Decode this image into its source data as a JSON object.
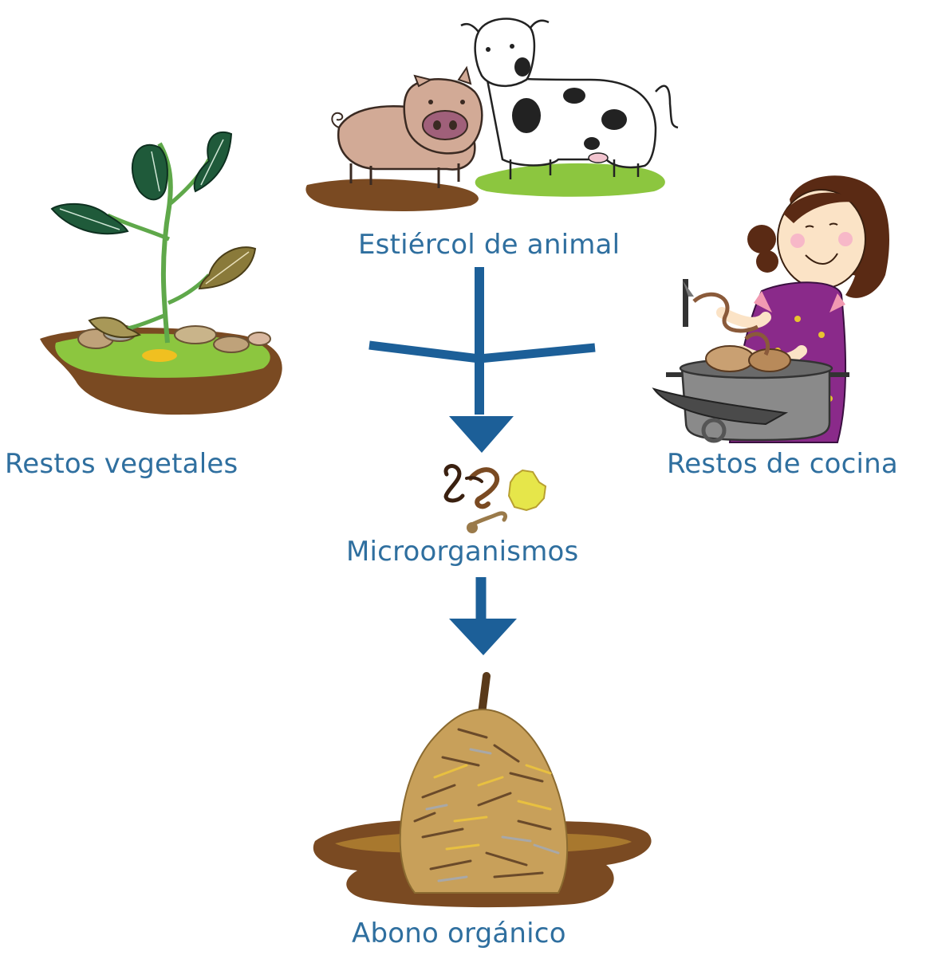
{
  "diagram": {
    "sources": {
      "animal_manure": "Estiércol de animal",
      "plant_waste": "Restos vegetales",
      "kitchen_waste": "Restos de cocina"
    },
    "process": "Microorganismos",
    "result": "Abono orgánico"
  },
  "colors": {
    "label_text": "#2f6f9f",
    "arrow": "#1c5f98",
    "soil": "#7a4a22",
    "grass": "#8cc63f",
    "leaf_dark": "#1f5a3a",
    "leaf_olive": "#8a7a3a",
    "apron_purple": "#8a2a8a",
    "compost": "#c8a05a"
  }
}
